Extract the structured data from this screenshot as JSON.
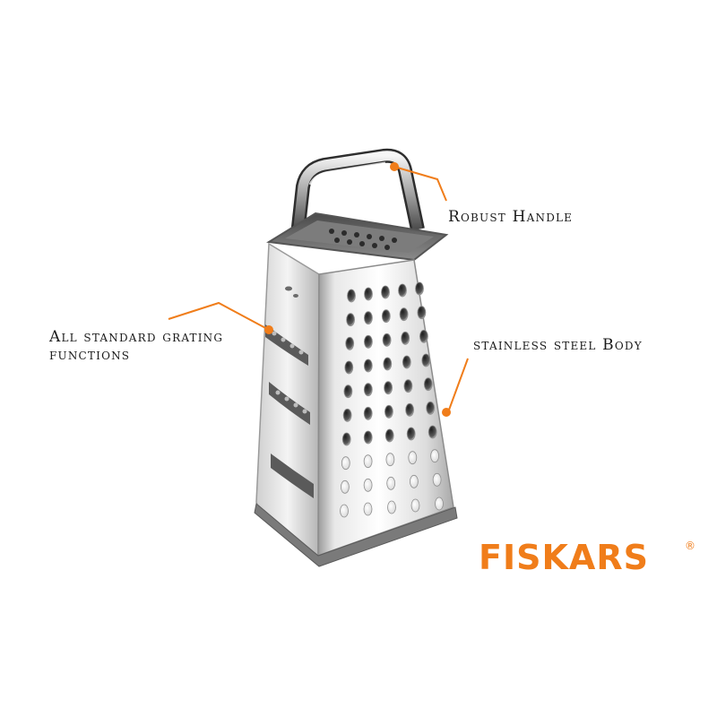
{
  "callouts": {
    "handle": "Robust Handle",
    "body": "stainless steel Body",
    "functions_line1": "All standard grating",
    "functions_line2": "functions"
  },
  "brand": {
    "name": "FISKARS",
    "registered_mark": "®"
  },
  "colors": {
    "accent": "#f07d1a",
    "steel_light": "#f2f2f2",
    "steel_dark": "#6b6b6b",
    "text": "#1a1a1a",
    "background": "#ffffff"
  },
  "icons": {
    "product": "box-grater-image"
  }
}
